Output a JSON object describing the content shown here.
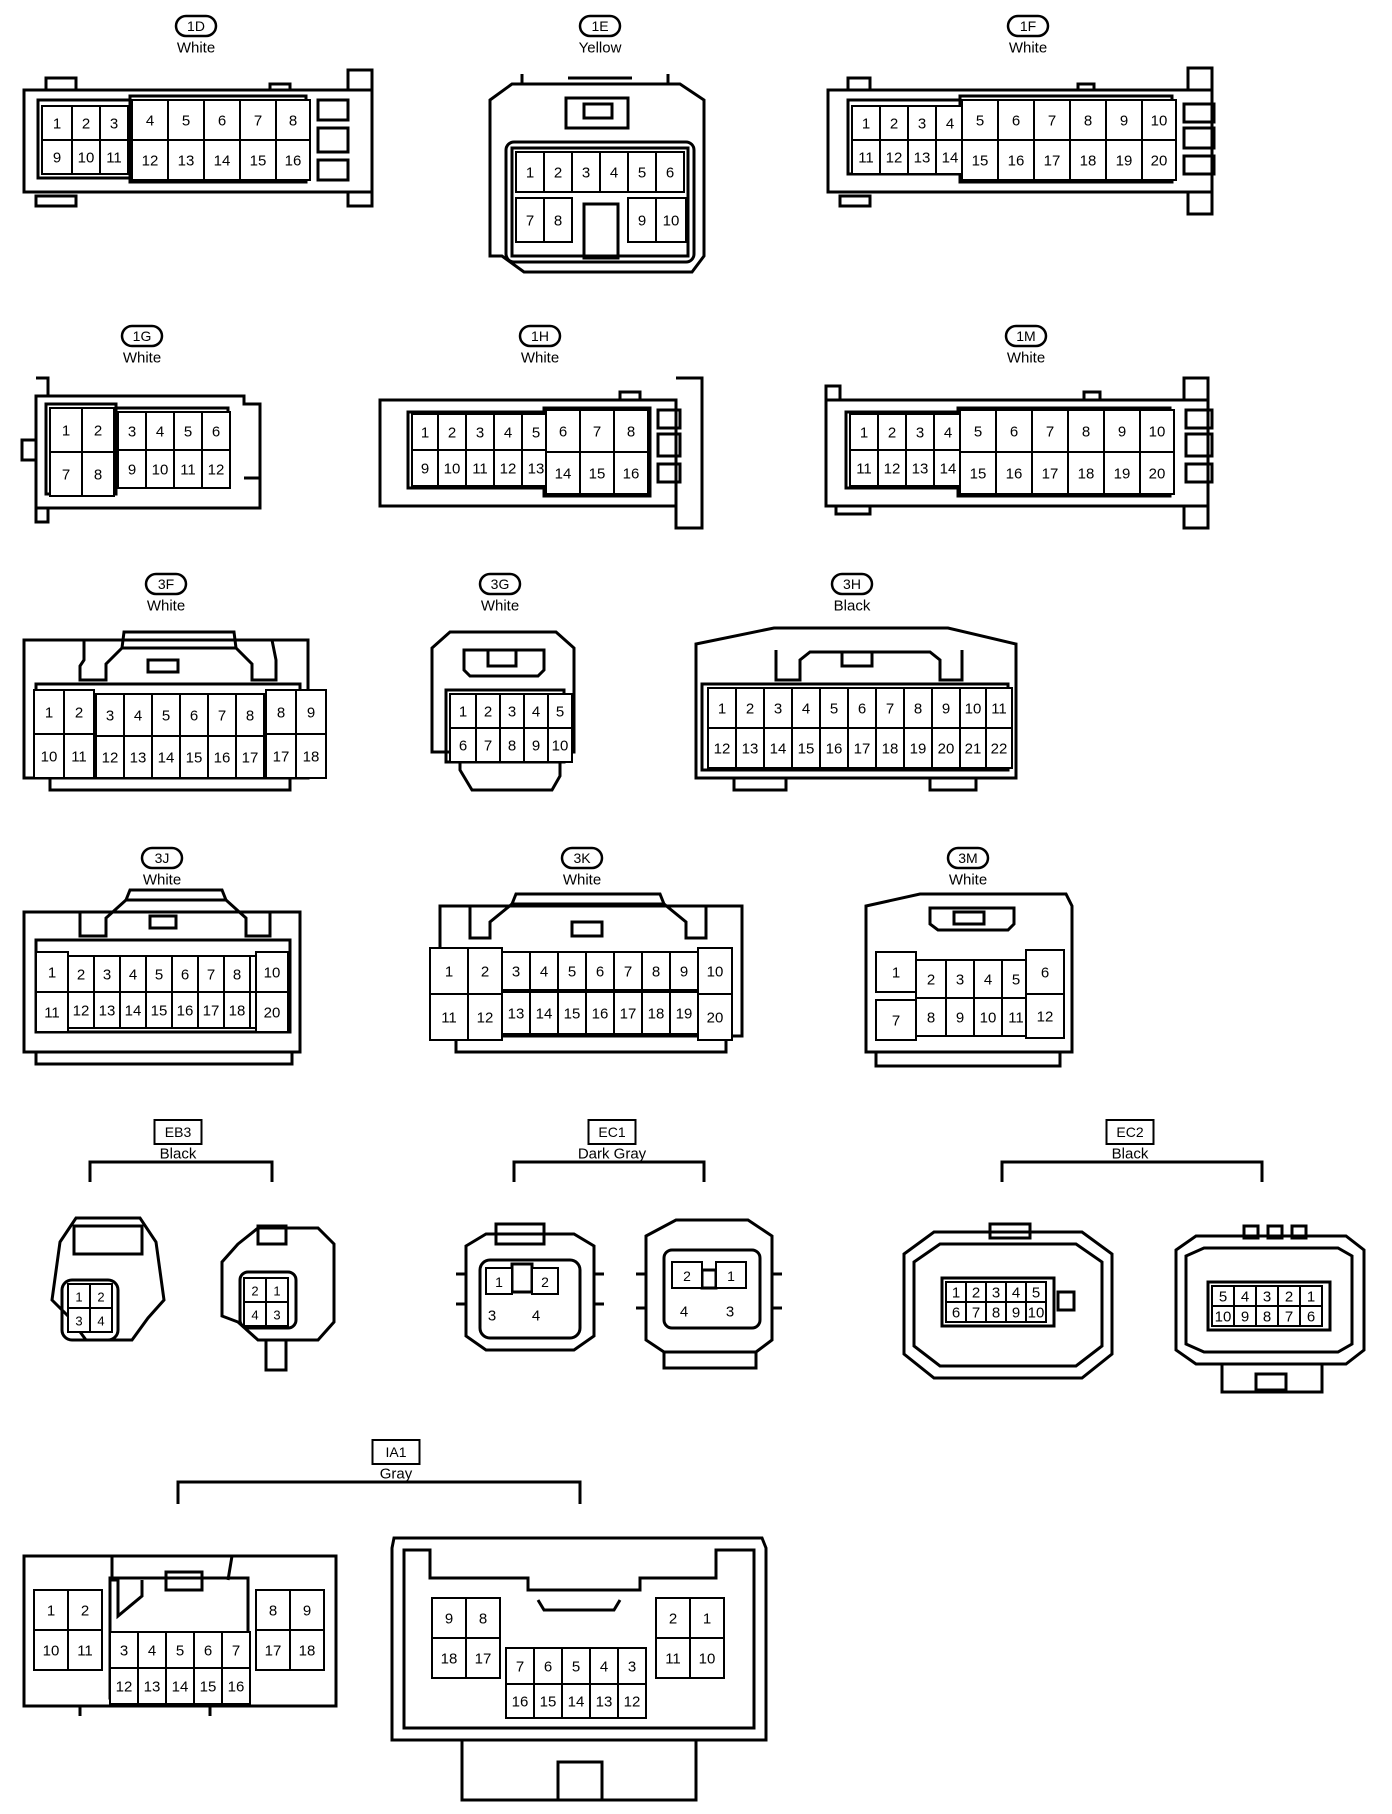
{
  "connectors": {
    "c1d": {
      "id": "1D",
      "color": "White",
      "cells": [
        "1",
        "2",
        "3",
        "4",
        "5",
        "6",
        "7",
        "8",
        "9",
        "10",
        "11",
        "12",
        "13",
        "14",
        "15",
        "16"
      ]
    },
    "c1e": {
      "id": "1E",
      "color": "Yellow",
      "cells": [
        "1",
        "2",
        "3",
        "4",
        "5",
        "6",
        "7",
        "8",
        "9",
        "10"
      ]
    },
    "c1f": {
      "id": "1F",
      "color": "White",
      "cells": [
        "1",
        "2",
        "3",
        "4",
        "5",
        "6",
        "7",
        "8",
        "9",
        "10",
        "11",
        "12",
        "13",
        "14",
        "15",
        "16",
        "17",
        "18",
        "19",
        "20"
      ]
    },
    "c1g": {
      "id": "1G",
      "color": "White",
      "cells": [
        "1",
        "2",
        "3",
        "4",
        "5",
        "6",
        "7",
        "8",
        "9",
        "10",
        "11",
        "12"
      ]
    },
    "c1h": {
      "id": "1H",
      "color": "White",
      "cells": [
        "1",
        "2",
        "3",
        "4",
        "5",
        "6",
        "7",
        "8",
        "9",
        "10",
        "11",
        "12",
        "13",
        "14",
        "15",
        "16"
      ]
    },
    "c1m": {
      "id": "1M",
      "color": "White",
      "cells": [
        "1",
        "2",
        "3",
        "4",
        "5",
        "6",
        "7",
        "8",
        "9",
        "10",
        "11",
        "12",
        "13",
        "14",
        "15",
        "16",
        "17",
        "18",
        "19",
        "20"
      ]
    },
    "c3f": {
      "id": "3F",
      "color": "White",
      "cells": [
        "1",
        "2",
        "3",
        "4",
        "5",
        "6",
        "7",
        "8",
        "9",
        "10",
        "11",
        "12",
        "13",
        "14",
        "15",
        "16",
        "17",
        "18"
      ]
    },
    "c3g": {
      "id": "3G",
      "color": "White",
      "cells": [
        "1",
        "2",
        "3",
        "4",
        "5",
        "6",
        "7",
        "8",
        "9",
        "10"
      ]
    },
    "c3h": {
      "id": "3H",
      "color": "Black",
      "cells": [
        "1",
        "2",
        "3",
        "4",
        "5",
        "6",
        "7",
        "8",
        "9",
        "10",
        "11",
        "12",
        "13",
        "14",
        "15",
        "16",
        "17",
        "18",
        "19",
        "20",
        "21",
        "22"
      ]
    },
    "c3j": {
      "id": "3J",
      "color": "White",
      "cells": [
        "1",
        "2",
        "3",
        "4",
        "5",
        "6",
        "7",
        "8",
        "9",
        "10",
        "11",
        "12",
        "13",
        "14",
        "15",
        "16",
        "17",
        "18",
        "19",
        "20"
      ]
    },
    "c3k": {
      "id": "3K",
      "color": "White",
      "cells": [
        "1",
        "2",
        "3",
        "4",
        "5",
        "6",
        "7",
        "8",
        "9",
        "10",
        "11",
        "12",
        "13",
        "14",
        "15",
        "16",
        "17",
        "18",
        "19",
        "20"
      ]
    },
    "c3m": {
      "id": "3M",
      "color": "White",
      "cells": [
        "1",
        "2",
        "3",
        "4",
        "5",
        "6",
        "7",
        "8",
        "9",
        "10",
        "11",
        "12"
      ]
    },
    "eb3": {
      "id": "EB3",
      "color": "Black",
      "left": [
        "1",
        "2",
        "3",
        "4"
      ],
      "right": [
        "2",
        "1",
        "4",
        "3"
      ]
    },
    "ec1": {
      "id": "EC1",
      "color": "Dark Gray",
      "left": [
        "1",
        "2",
        "3",
        "4"
      ],
      "right": [
        "2",
        "1",
        "4",
        "3"
      ]
    },
    "ec2": {
      "id": "EC2",
      "color": "Black",
      "left": [
        "1",
        "2",
        "3",
        "4",
        "5",
        "6",
        "7",
        "8",
        "9",
        "10"
      ],
      "right": [
        "5",
        "4",
        "3",
        "2",
        "1",
        "10",
        "9",
        "8",
        "7",
        "6"
      ]
    },
    "ia1": {
      "id": "IA1",
      "color": "Gray",
      "left": [
        "1",
        "2",
        "10",
        "11",
        "3",
        "4",
        "5",
        "6",
        "7",
        "12",
        "13",
        "14",
        "15",
        "16",
        "8",
        "9",
        "17",
        "18"
      ],
      "right": [
        "9",
        "8",
        "18",
        "17",
        "7",
        "6",
        "5",
        "4",
        "3",
        "16",
        "15",
        "14",
        "13",
        "12",
        "2",
        "1",
        "11",
        "10"
      ]
    }
  }
}
